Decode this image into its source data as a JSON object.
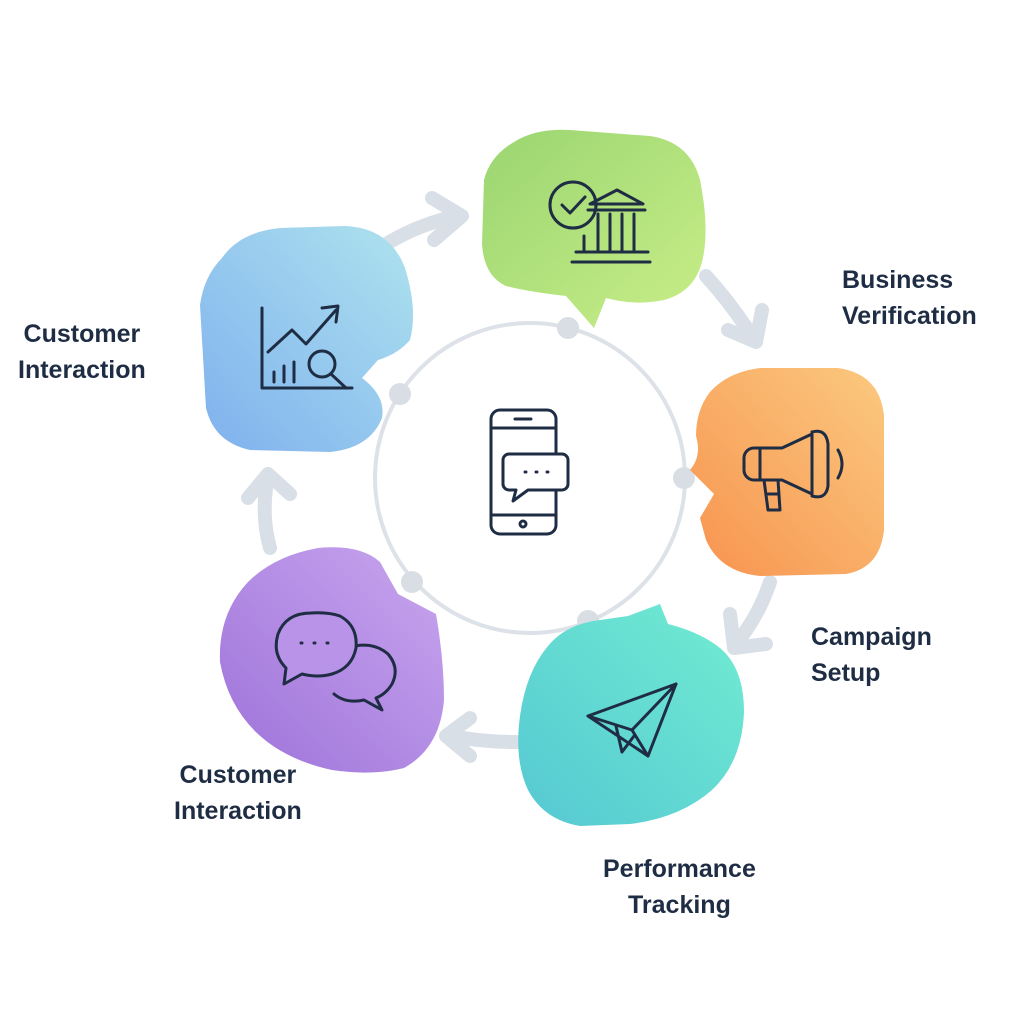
{
  "labels": {
    "customer_interaction_top": [
      "Customer",
      "Interaction"
    ],
    "business_verification": [
      "Business",
      "Verification"
    ],
    "campaign_setup": [
      "Campaign",
      "Setup"
    ],
    "performance_tracking": [
      "Performance",
      "Tracking"
    ],
    "customer_interaction_bottom": [
      "Customer",
      "Interaction"
    ]
  },
  "nodes": [
    {
      "id": "analytics",
      "icon": "chart-magnifier-icon",
      "gradient": [
        "#7fb2ee",
        "#a9e1ee"
      ]
    },
    {
      "id": "verification",
      "icon": "check-building-icon",
      "gradient": [
        "#9fd677",
        "#c6ec86"
      ]
    },
    {
      "id": "campaign",
      "icon": "megaphone-icon",
      "gradient": [
        "#f79a56",
        "#fbc77e"
      ]
    },
    {
      "id": "tracking",
      "icon": "paper-plane-icon",
      "gradient": [
        "#56cdcf",
        "#6fe9d2"
      ]
    },
    {
      "id": "interaction",
      "icon": "chat-bubbles-icon",
      "gradient": [
        "#a277dc",
        "#c7a3ee"
      ]
    }
  ],
  "center_icon": "smartphone-chat-icon",
  "colors": {
    "ring": "#dde2e8",
    "arrow": "#d9dfe6",
    "icon_stroke": "#1f2d44",
    "text": "#1f2d44"
  }
}
